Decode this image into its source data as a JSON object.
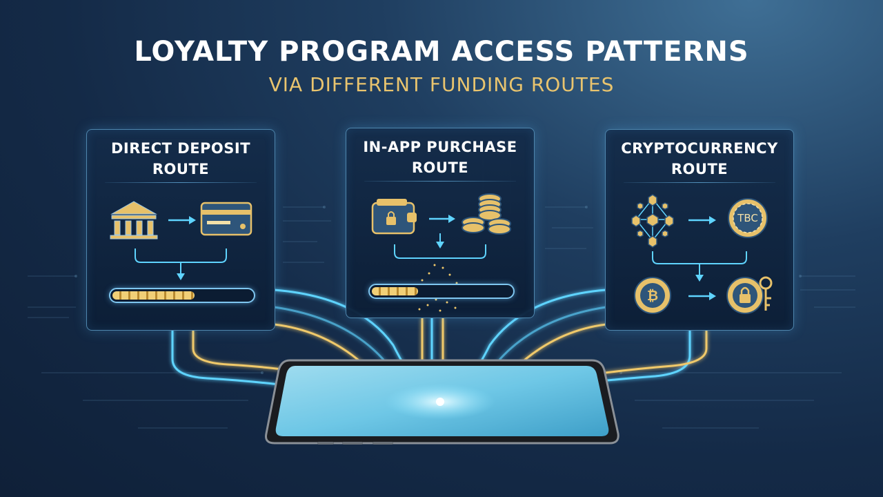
{
  "header": {
    "title": "LOYALTY PROGRAM ACCESS PATTERNS",
    "subtitle": "VIA DIFFERENT FUNDING ROUTES"
  },
  "routes": [
    {
      "title_line1": "DIRECT DEPOSIT",
      "title_line2": "ROUTE",
      "icons": [
        "bank-icon",
        "credit-card-icon"
      ],
      "progress": 0.6
    },
    {
      "title_line1": "IN-APP PURCHASE",
      "title_line2": "ROUTE",
      "icons": [
        "wallet-lock-icon",
        "coin-stack-icon"
      ],
      "progress": 0.35
    },
    {
      "title_line1": "CRYPTOCURRENCY",
      "title_line2": "ROUTE",
      "icons": [
        "blockchain-network-icon",
        "tbc-token-icon",
        "bitcoin-chip-icon",
        "lock-key-chip-icon"
      ],
      "token_label": "TBC"
    }
  ],
  "colors": {
    "accent_cyan": "#5fd4ff",
    "accent_gold": "#f0c96a",
    "background": "#142a47"
  }
}
